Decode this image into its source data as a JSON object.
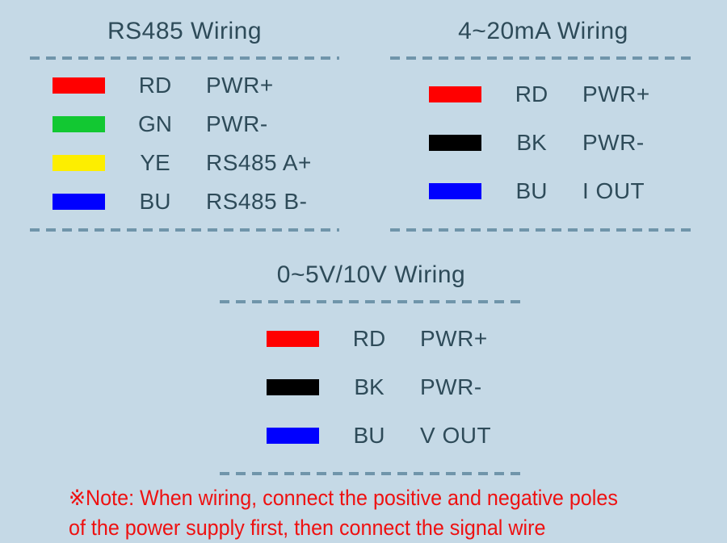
{
  "colors": {
    "background": "#c5d9e6",
    "heading_text": "#2e4b59",
    "dashed_divider": "#7095aa",
    "note_text": "#ee1111"
  },
  "panels": [
    {
      "title": "RS485 Wiring",
      "rows": [
        {
          "color": "#ff0000",
          "color_name": "red",
          "code": "RD",
          "label": "PWR+"
        },
        {
          "color": "#12c832",
          "color_name": "green",
          "code": "GN",
          "label": "PWR-"
        },
        {
          "color": "#fdee00",
          "color_name": "yellow",
          "code": "YE",
          "label": "RS485 A+"
        },
        {
          "color": "#0000ff",
          "color_name": "blue",
          "code": "BU",
          "label": "RS485 B-"
        }
      ]
    },
    {
      "title": "4~20mA Wiring",
      "rows": [
        {
          "color": "#ff0000",
          "color_name": "red",
          "code": "RD",
          "label": "PWR+"
        },
        {
          "color": "#000000",
          "color_name": "black",
          "code": "BK",
          "label": "PWR-"
        },
        {
          "color": "#0000ff",
          "color_name": "blue",
          "code": "BU",
          "label": "I OUT"
        }
      ]
    },
    {
      "title": "0~5V/10V Wiring",
      "rows": [
        {
          "color": "#ff0000",
          "color_name": "red",
          "code": "RD",
          "label": "PWR+"
        },
        {
          "color": "#000000",
          "color_name": "black",
          "code": "BK",
          "label": "PWR-"
        },
        {
          "color": "#0000ff",
          "color_name": "blue",
          "code": "BU",
          "label": "V OUT"
        }
      ]
    }
  ],
  "note": {
    "line1": "※Note: When wiring, connect the positive and negative poles",
    "line2": "of the power supply first, then connect the signal wire"
  }
}
